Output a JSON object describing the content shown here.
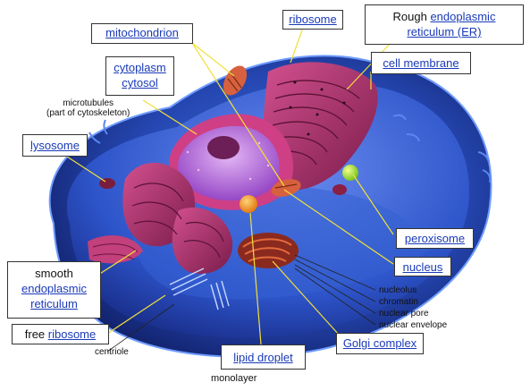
{
  "labels": {
    "mitochondrion": "mitochondrion",
    "ribosome": "ribosome",
    "rough_prefix": "Rough ",
    "rough_er_link1": "endoplasmic",
    "rough_er_link2": "reticulum (ER)",
    "cytoplasm": "cytoplasm",
    "cytosol": "cytosol",
    "cell_membrane": "cell membrane",
    "microtubules_line1": "microtubules",
    "microtubules_line2": "(part of cytoskeleton)",
    "lysosome": "lysosome",
    "peroxisome": "peroxisome",
    "nucleus": "nucleus",
    "smooth": "smooth",
    "smooth_er_link1": "endoplasmic",
    "smooth_er_link2": "reticulum",
    "free_prefix": "free ",
    "free_ribosome_link": "ribosome",
    "nucleolus": "nucleolus",
    "chromatin": "chromatin",
    "nuclear_pore": "nuclear pore",
    "nuclear_envelope": "nuclear envelope",
    "golgi_complex": "Golgi complex",
    "centriole": "centriole",
    "lipid_droplet": "lipid droplet",
    "monolayer": "monolayer"
  },
  "colors": {
    "link": "#1a3ab8",
    "cell_outer": "#1b2f8a",
    "cell_inner": "#2c55c8",
    "er_magenta": "#b3306e",
    "nucleus_purple": "#a05ad0",
    "leader_line": "#f2df3a"
  }
}
